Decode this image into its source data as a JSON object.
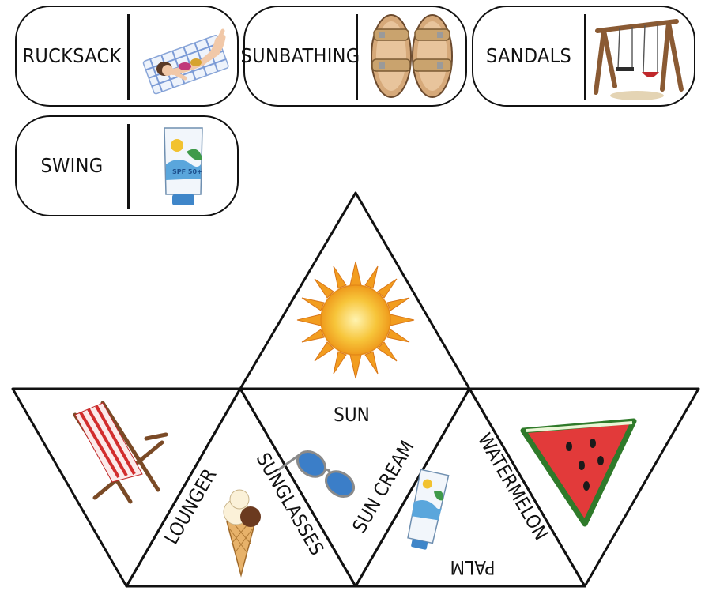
{
  "cards": [
    {
      "word": "RUCKSACK",
      "picture": "sunbathing-icon"
    },
    {
      "word": "SUNBATHING",
      "picture": "sandals-icon"
    },
    {
      "word": "SANDALS",
      "picture": "swing-icon"
    },
    {
      "word": "SWING",
      "picture": "sun-cream-icon"
    }
  ],
  "net": {
    "labels": {
      "sun": "SUN",
      "lounger": "LOUNGER",
      "sunglasses": "SUNGLASSES",
      "sun_cream": "SUN CREAM",
      "watermelon": "WATERMELON",
      "palm": "PALM"
    },
    "pictures": [
      "sun-icon",
      "lounger-icon",
      "sunglasses-icon",
      "ice-cream-icon",
      "sun-cream-icon",
      "watermelon-icon"
    ]
  }
}
